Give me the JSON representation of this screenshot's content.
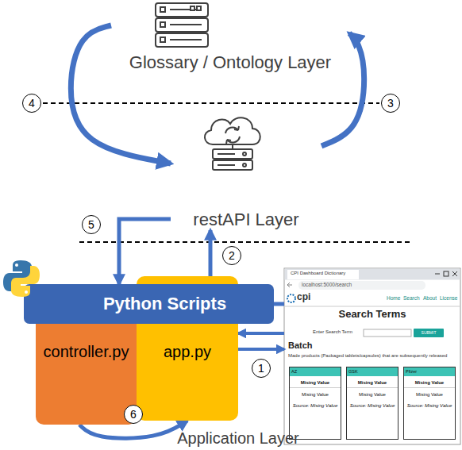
{
  "diagram": {
    "nodes": [
      {
        "text": [
          "Glossary / Ontology Layer"
        ]
      },
      {
        "text": [
          "restAPI Layer"
        ]
      },
      {
        "text": [
          "Python Scripts"
        ]
      },
      {
        "text": [
          "controller.py"
        ]
      },
      {
        "text": [
          "app.py"
        ]
      },
      {
        "text": [
          "CPI Dashboard Dictionary",
          "localhost:5000/search",
          "cpi",
          "Home",
          "Search",
          "About",
          "License",
          "Search Terms",
          "Enter Search Term",
          "SUBMIT",
          "Batch",
          "Made products (Packaged tablets/capsules) that are subsequently released"
        ]
      },
      {
        "text": [
          "AZ",
          "Mising Value",
          "Mising Value",
          "Source: Mising Value"
        ],
        "in": 5
      },
      {
        "text": [
          "GSK",
          "Mising Value",
          "Mising Value",
          "Source: Mising Value"
        ],
        "in": 5
      },
      {
        "text": [
          "Pfizer",
          "Mising Value",
          "Mising Value",
          "Source: Mising Value"
        ],
        "in": 5
      }
    ],
    "edges": [
      {
        "from": 1,
        "to": 0,
        "arrow": "to"
      },
      {
        "from": 0,
        "to": 1,
        "arrow": "to"
      },
      {
        "from": 1,
        "to": 2,
        "arrow": "to"
      },
      {
        "from": 4,
        "to": 1,
        "arrow": "to"
      },
      {
        "from": 4,
        "to": 5,
        "arrow": "to"
      },
      {
        "from": 5,
        "to": 4,
        "arrow": "to"
      },
      {
        "from": 3,
        "to": 4,
        "arrow": "to"
      },
      {
        "from": 2,
        "to": 5,
        "arrow": "none"
      }
    ],
    "labels": [
      "4",
      "3",
      "5",
      "2",
      "1",
      "6",
      "Application Layer"
    ]
  }
}
